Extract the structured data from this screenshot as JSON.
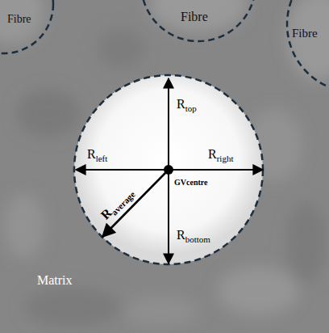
{
  "diagram": {
    "nodes": [
      {
        "text": [
          "Fibre"
        ]
      },
      {
        "text": [
          "Fibre"
        ]
      },
      {
        "text": [
          "Fibre"
        ]
      }
    ],
    "labels": [
      "R",
      "top",
      "R",
      "left",
      "R",
      "right",
      "R",
      "average",
      "R",
      "bottom",
      "GVcentre",
      "Matrix"
    ]
  }
}
